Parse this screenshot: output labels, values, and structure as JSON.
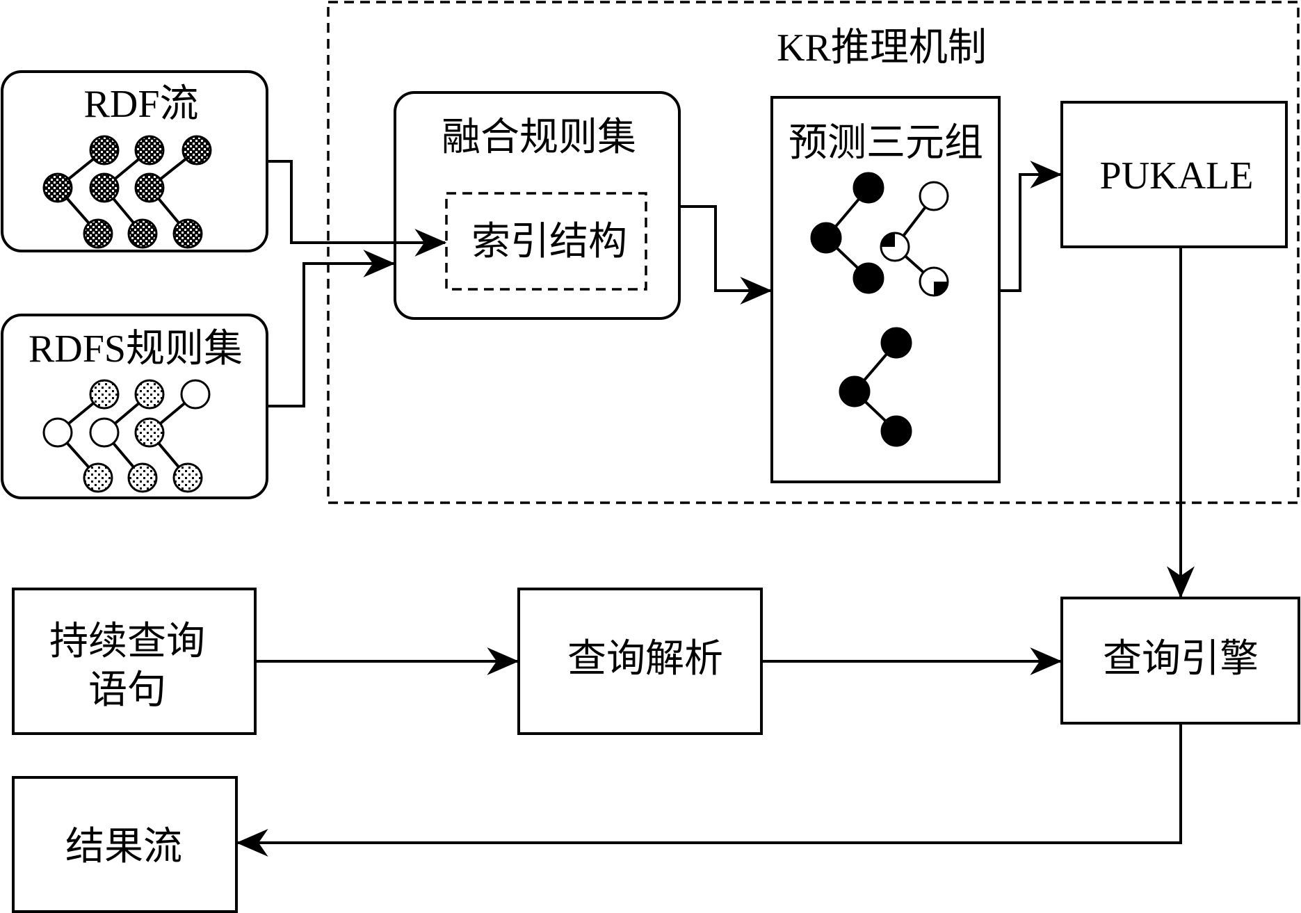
{
  "diagram": {
    "reasoning_region": {
      "title": "KR推理机制"
    },
    "rdf_stream": {
      "label": "RDF流"
    },
    "rdfs_rules": {
      "label": "RDFS规则集"
    },
    "fusion_rules": {
      "label": "融合规则集",
      "index_label": "索引结构"
    },
    "predicted_triples": {
      "label": "预测三元组"
    },
    "pukale": {
      "label": "PUKALE"
    },
    "continuous_query": {
      "line1": "持续查询",
      "line2": "语句"
    },
    "query_parsing": {
      "label": "查询解析"
    },
    "query_engine": {
      "label": "查询引擎"
    },
    "result_stream": {
      "label": "结果流"
    }
  },
  "colors": {
    "stroke": "#000000",
    "background": "#ffffff"
  }
}
